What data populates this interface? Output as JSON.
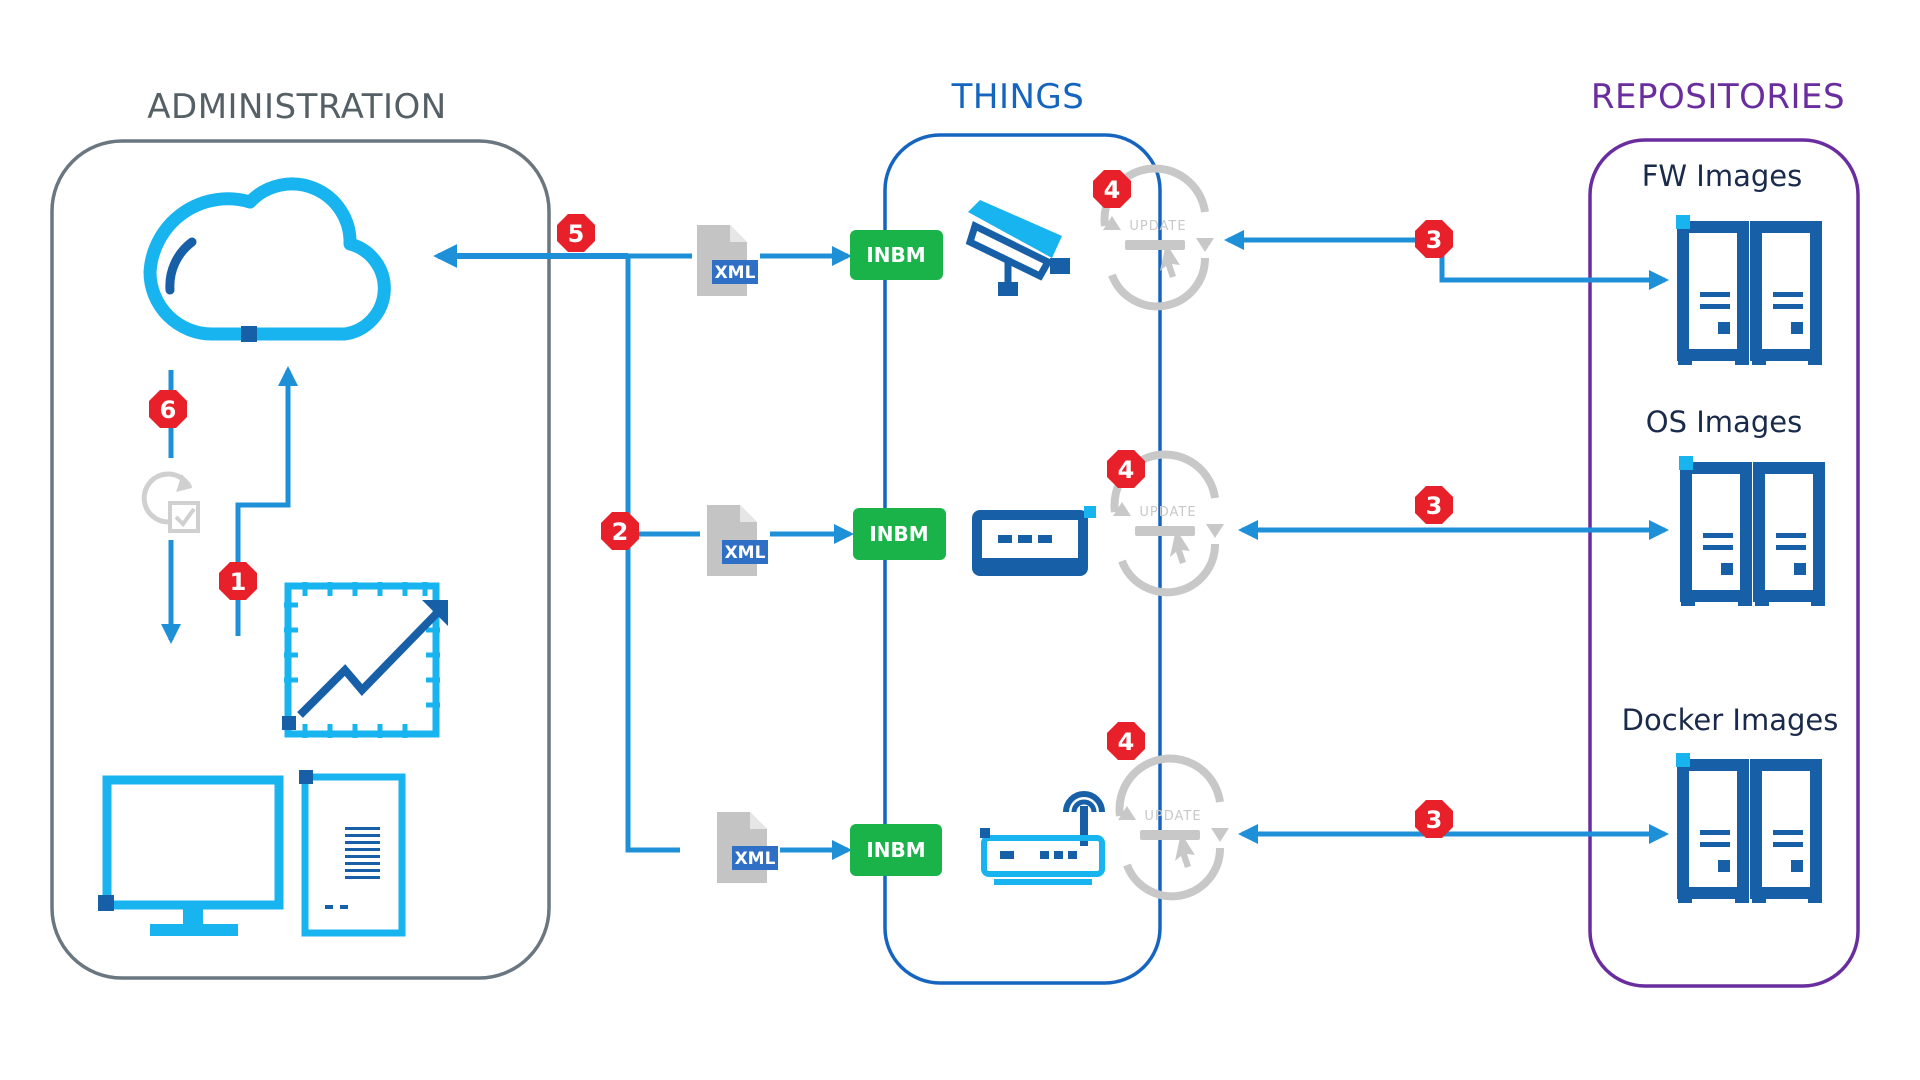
{
  "columns": {
    "administration": {
      "title": "ADMINISTRATION",
      "color": "#555f66"
    },
    "things": {
      "title": "THINGS",
      "color": "#1565c0"
    },
    "repositories": {
      "title": "REPOSITORIES",
      "color": "#6a2d9f"
    }
  },
  "repositories": [
    {
      "label": "FW Images"
    },
    {
      "label": "OS Images"
    },
    {
      "label": "Docker Images"
    }
  ],
  "agents": [
    {
      "label": "INBM"
    },
    {
      "label": "INBM"
    },
    {
      "label": "INBM"
    }
  ],
  "manifest_label": "XML",
  "update_label": "UPDATE",
  "steps": {
    "s1": "1",
    "s2": "2",
    "s3a": "3",
    "s3b": "3",
    "s3c": "3",
    "s4a": "4",
    "s4b": "4",
    "s4c": "4",
    "s5": "5",
    "s6": "6"
  },
  "colors": {
    "flow": "#1e90d8",
    "cyan": "#18b4ef",
    "navy": "#1760a8",
    "inbm": "#1ab34a",
    "badge": "#e8202a",
    "gray": "#c4c4c4",
    "xml_blue": "#2f6fc6"
  }
}
